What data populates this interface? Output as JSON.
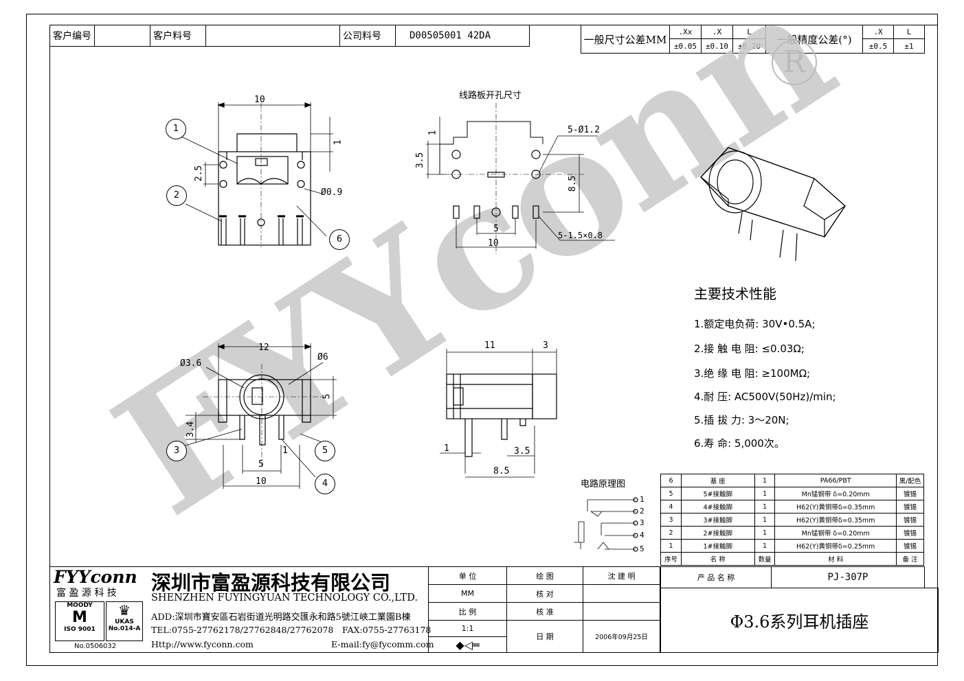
{
  "header": {
    "customer_no_label": "客户编号",
    "customer_part_label": "客户料号",
    "company_part_label": "公司料号",
    "company_part_value": "D00505001 42DA",
    "tol_dim_label": "一般尺寸公差MM",
    "tol_dim_heads": [
      ".Xx",
      ".X",
      "L"
    ],
    "tol_dim_vals": [
      "±0.05",
      "±0.10",
      "±0.20"
    ],
    "tol_ang_label": "一般精度公差(°)",
    "tol_ang_heads": [
      ".X",
      "L"
    ],
    "tol_ang_vals": [
      "±0.5",
      "±1"
    ]
  },
  "watermark": {
    "text": "FYYconn",
    "reg": "R"
  },
  "drawing": {
    "pcb_title": "线路板开孔尺寸",
    "callouts": [
      "1",
      "2",
      "3",
      "4",
      "5",
      "6"
    ],
    "dims_front": {
      "w": "10",
      "top": "1",
      "h": "2.5",
      "hole": "Ø0.9"
    },
    "dims_pcb": {
      "holes": "5-Ø1.2",
      "top": "1",
      "left": "3.5",
      "right": "8.5",
      "pitch": "5",
      "width": "10",
      "slots": "5-1.5×0.8"
    },
    "dims_bottom": {
      "w": "12",
      "hole_in": "Ø3.6",
      "hole_out": "Ø6",
      "h": "5",
      "pin": "3.4",
      "pitch": "5",
      "w2": "10",
      "gap": "1"
    },
    "dims_side": {
      "len": "11",
      "tip": "3",
      "pin": "1",
      "off": "3.5",
      "total": "8.5"
    },
    "circuit_title": "电路原理图",
    "circuit_pins": [
      "1",
      "2",
      "3",
      "4",
      "5"
    ]
  },
  "specs": {
    "title": "主要技术性能",
    "items": [
      "1.额定电负荷:  30V•0.5A;",
      "2.接 触 电 阻: ≤0.03Ω;",
      "3.绝 缘 电 阻: ≥100MΩ;",
      "4.耐          压: AC500V(50Hz)/min;",
      "5.插    拔    力: 3～20N;",
      "6.寿          命: 5,000次。"
    ]
  },
  "bom": {
    "rows": [
      [
        "6",
        "基      座",
        "1",
        "PA66/PBT",
        "黑/配色"
      ],
      [
        "5",
        "5#接触脚",
        "1",
        "Mn锰钢带  δ=0.20mm",
        "镀锡"
      ],
      [
        "4",
        "4#接触脚",
        "1",
        "H62(Y)黄铜带δ=0.35mm",
        "镀锡"
      ],
      [
        "3",
        "3#接触脚",
        "1",
        "H62(Y)黄铜带δ=0.35mm",
        "镀锡"
      ],
      [
        "2",
        "2#接触脚",
        "1",
        "Mn锰钢带  δ=0.20mm",
        "镀锡"
      ],
      [
        "1",
        "1#接触脚",
        "1",
        "H62(Y)黄铜带δ=0.25mm",
        "镀锡"
      ]
    ],
    "header": [
      "序号",
      "名     称",
      "数量",
      "材          料",
      "备 注"
    ]
  },
  "title_block": {
    "logo": "FYYconn",
    "logo_sub": "富 盈 源 科 技",
    "company_cn": "深圳市富盈源科技有限公司",
    "company_en": "SHENZHEN FUYINGYUAN TECHNOLOGY CO.,LTD.",
    "address": "ADD:深圳市寶安區石岩街道光明路交匯永和路5號江峽工業園B棟",
    "tel": "TEL:0755-27762178/27762848/27762078",
    "fax": "FAX:0755-27763178",
    "web": "Http://www.fyconn.com",
    "email": "E-mail:fy@fycomm.com",
    "cert_no": "No.0506032",
    "cert1": "MOODY",
    "cert1_sub": "ISO 9001",
    "cert2": "UKAS",
    "cert2_no": "No.014-A",
    "unit_label": "单       位",
    "unit_value": "MM",
    "scale_label": "比       例",
    "scale_value": "1:1",
    "draw_label": "绘       图",
    "drawer": "沈 建 明",
    "check_label": "核       对",
    "approve_label": "核       准",
    "date_label": "日       期",
    "date_value": "2006年09月25日",
    "product_name_label": "产 品 名 称",
    "product_name": "PJ-307P",
    "product_desc": "Φ3.6系列耳机插座"
  }
}
